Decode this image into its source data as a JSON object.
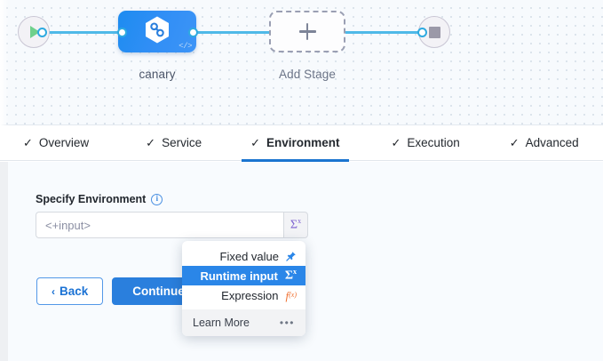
{
  "canvas": {
    "start_node": {
      "icon": "play-icon",
      "name": "Pipeline Start"
    },
    "stage_node": {
      "label": "canary",
      "icon": "infinity-hexagon-icon",
      "code_badge": "</>"
    },
    "add_stage": {
      "label": "Add Stage",
      "icon": "plus-icon"
    },
    "end_node": {
      "icon": "stop-square-icon",
      "name": "Pipeline End"
    }
  },
  "tabs": [
    {
      "label": "Overview",
      "check": "✓",
      "active": false
    },
    {
      "label": "Service",
      "check": "✓",
      "active": false
    },
    {
      "label": "Environment",
      "check": "✓",
      "active": true
    },
    {
      "label": "Execution",
      "check": "✓",
      "active": false
    },
    {
      "label": "Advanced",
      "check": "✓",
      "active": false
    }
  ],
  "form": {
    "field_label": "Specify Environment",
    "info_icon": "i",
    "input_placeholder": "<+input>",
    "input_value": "",
    "sigma_symbol": "Σ",
    "sigma_superscript": "x",
    "back_label": "Back",
    "back_chevron": "‹",
    "continue_label": "Continue"
  },
  "dropdown": {
    "items": [
      {
        "label": "Fixed value",
        "icon": "pin-icon",
        "glyph": "📌",
        "selected": false
      },
      {
        "label": "Runtime input",
        "icon": "sigma-icon",
        "glyph": "Σ",
        "glyph_sup": "x",
        "selected": true
      },
      {
        "label": "Expression",
        "icon": "fx-icon",
        "glyph": "f",
        "glyph_sub": "(x)",
        "selected": false
      }
    ],
    "footer": {
      "label": "Learn More",
      "more_icon": "ellipsis-icon",
      "more_glyph": "•••"
    }
  },
  "colors": {
    "accent_blue": "#2a7fdd",
    "wire_blue": "#4fb9e8",
    "selected_blue": "#2a86e8",
    "sigma_purple": "#7b5fd0",
    "expression_orange": "#f07030",
    "play_green": "#6fd08c",
    "canvas_bg": "#f7fafd",
    "form_bg": "#f8fbfe"
  }
}
